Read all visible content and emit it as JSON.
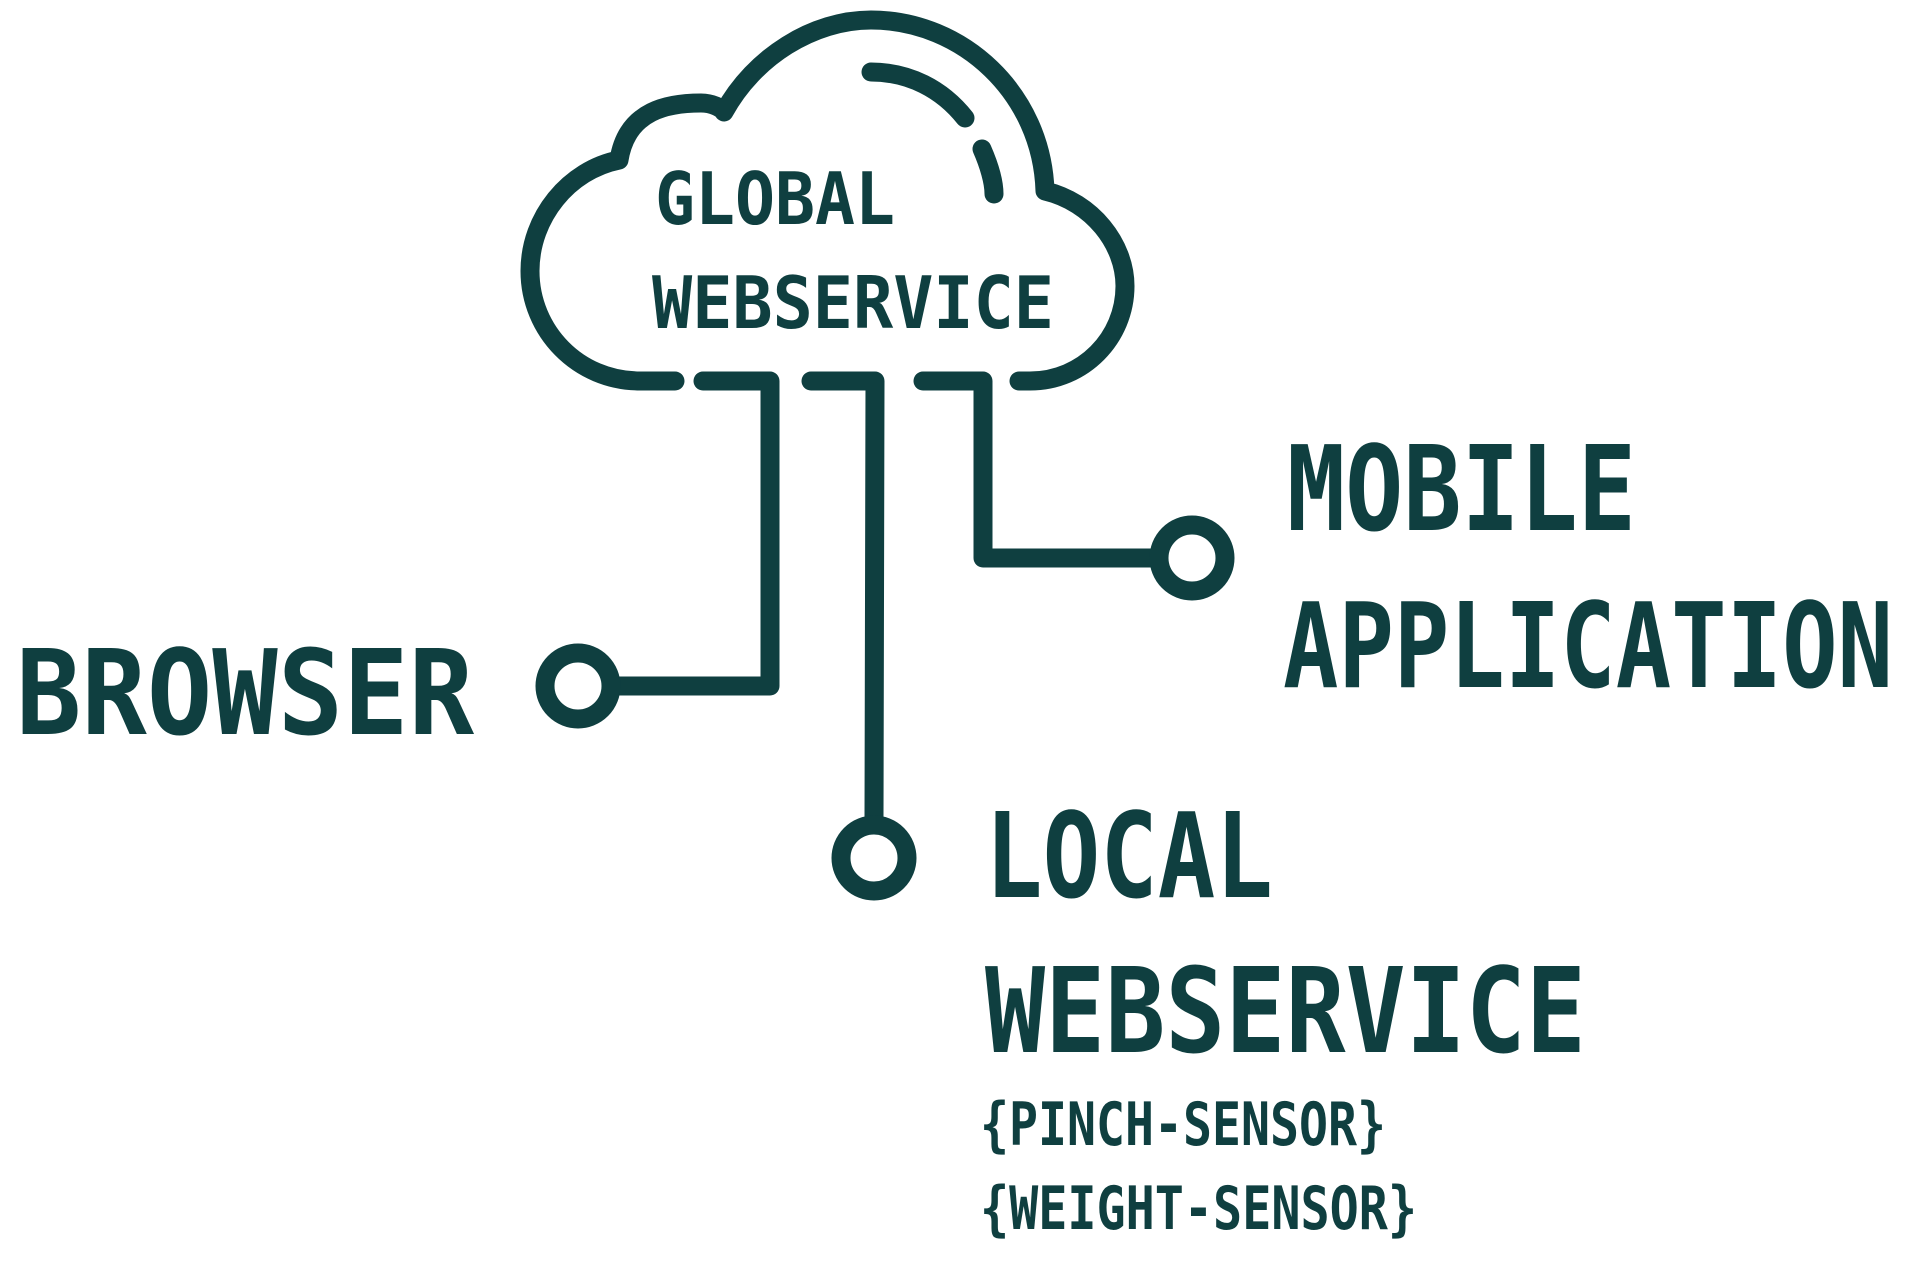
{
  "diagram": {
    "cloud": {
      "line1": "GLOBAL",
      "line2": "WEBSERVICE"
    },
    "browser": "BROWSER",
    "mobile": {
      "line1": "MOBILE",
      "line2": "APPLICATION"
    },
    "local": {
      "line1": "LOCAL",
      "line2": "WEBSERVICE",
      "sensor1": "{PINCH-SENSOR}",
      "sensor2": "{WEIGHT-SENSOR}"
    }
  }
}
